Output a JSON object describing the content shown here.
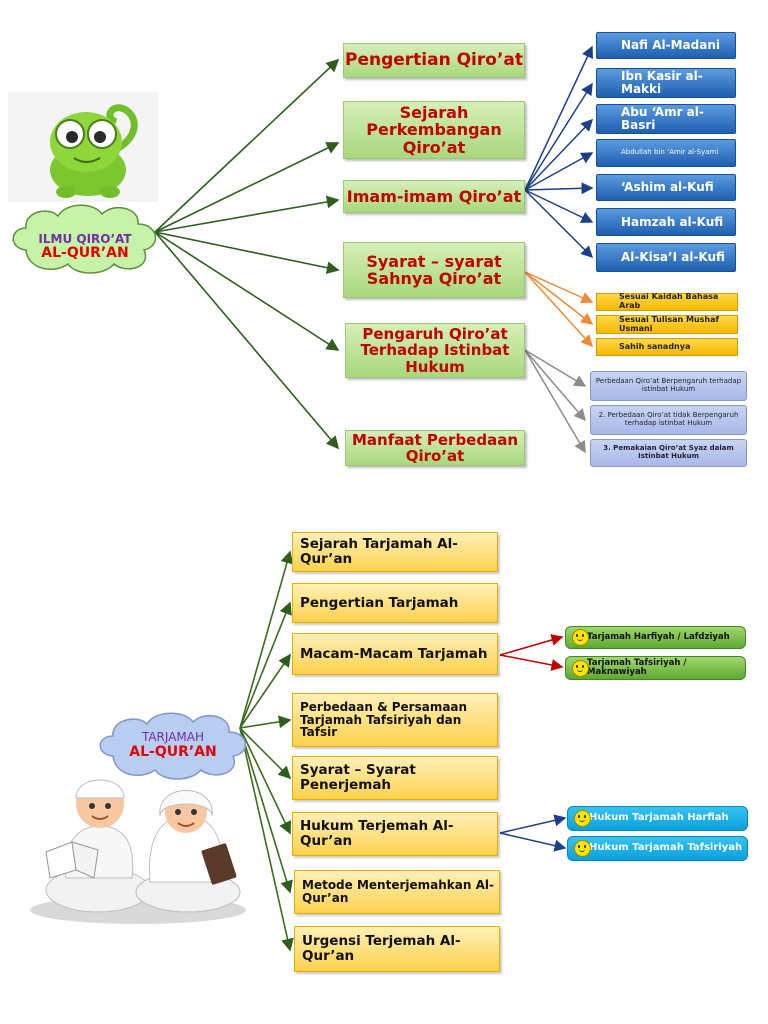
{
  "colors": {
    "green_line": "#2f5d1e",
    "blue_line": "#1d3f8a",
    "orange_line": "#f08a35",
    "grey_line": "#8c8c8c",
    "red_line": "#c00000",
    "olive_line": "#3d6b1f"
  },
  "top": {
    "root_line1": "ILMU QIRO’AT",
    "root_line2": "AL-QUR’AN",
    "branches": [
      "Pengertian Qiro’at",
      "Sejarah Perkembangan Qiro’at",
      "Imam-imam Qiro’at",
      "Syarat – syarat Sahnya Qiro’at",
      "Pengaruh Qiro’at Terhadap Istinbat Hukum",
      "Manfaat Perbedaan Qiro’at"
    ],
    "imams": [
      "Nafi Al-Madani",
      "Ibn Kasir al-Makki",
      "Abu ‘Amr al-Basri",
      "Abdullah bin ‘Amir al-Syami",
      "‘Ashim al-Kufi",
      "Hamzah al-Kufi",
      "Al-Kisa’I al-Kufi"
    ],
    "syarat": [
      "Sesuai Kaidah Bahasa Arab",
      "Sesuai Tulisan Mushaf Usmani",
      "Sahih sanadnya"
    ],
    "pengaruh": [
      "Perbedaan Qiro’at Berpengaruh terhadap istinbat Hukum",
      "2. Perbedaan Qiro’at tidak Berpengaruh terhadap istinbat Hukum",
      "3. Pemakaian Qiro’at Syaz dalam Istinbat Hukum"
    ]
  },
  "bottom": {
    "root_line1": "TARJAMAH",
    "root_line2": "AL-QUR’AN",
    "branches": [
      "Sejarah Tarjamah Al-Qur’an",
      "Pengertian Tarjamah",
      "Macam-Macam Tarjamah",
      "Perbedaan & Persamaan Tarjamah Tafsiriyah dan Tafsir",
      "Syarat – Syarat Penerjemah",
      "Hukum Terjemah Al-Qur’an",
      "Metode Menterjemahkan Al-Qur’an",
      "Urgensi Terjemah Al-Qur’an"
    ],
    "macam": [
      "Tarjamah Harfiyah / Lafdziyah",
      "Tarjamah Tafsiriyah / Maknawiyah"
    ],
    "hukum": [
      "Hukum Tarjamah Harfiah",
      "Hukum Tarjamah Tafsiriyah"
    ]
  }
}
